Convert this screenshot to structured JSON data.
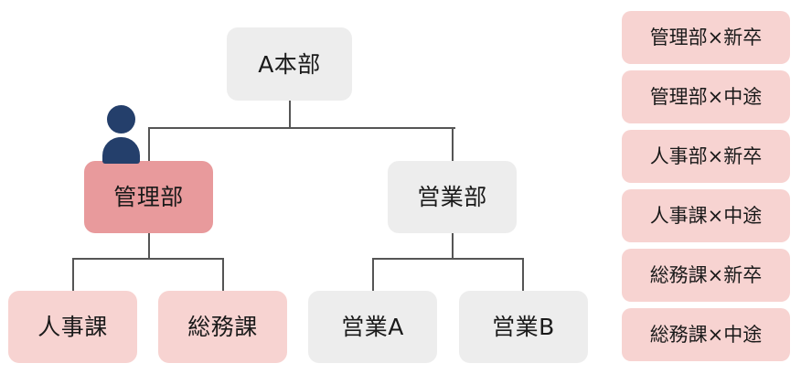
{
  "diagram": {
    "type": "organization-chart",
    "title": "",
    "colors": {
      "node_gray": "#ededed",
      "node_highlight": "#e89a9c",
      "node_pink": "#f7d3d1",
      "tag_pink": "#f7d3d1",
      "connector": "#555555",
      "person_icon": "#243f6b",
      "text": "#1a1a1a",
      "background": "#ffffff"
    },
    "nodes": {
      "root": {
        "label": "A本部",
        "style": "gray"
      },
      "level2": [
        {
          "label": "管理部",
          "style": "salmon"
        },
        {
          "label": "営業部",
          "style": "gray"
        }
      ],
      "level3": [
        {
          "label": "人事課",
          "style": "lightpink"
        },
        {
          "label": "総務課",
          "style": "lightpink"
        },
        {
          "label": "営業A",
          "style": "gray"
        },
        {
          "label": "営業B",
          "style": "gray"
        }
      ]
    },
    "person_marker": {
      "icon": "person-icon",
      "attached_to": "管理部"
    }
  },
  "tag_list": {
    "items": [
      {
        "label": "管理部×新卒"
      },
      {
        "label": "管理部×中途"
      },
      {
        "label": "人事部×新卒"
      },
      {
        "label": "人事課×中途"
      },
      {
        "label": "総務課×新卒"
      },
      {
        "label": "総務課×中途"
      }
    ]
  }
}
